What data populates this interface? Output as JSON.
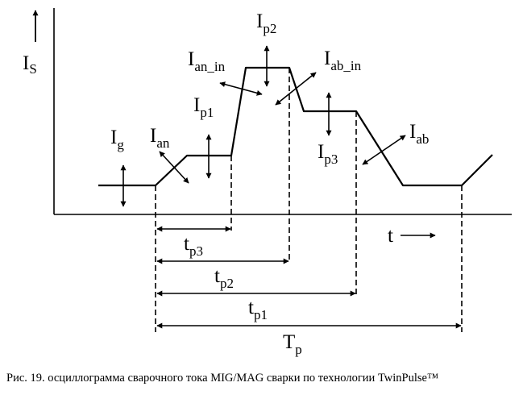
{
  "diagram": {
    "axis_y_label": {
      "main": "I",
      "sub": "S"
    },
    "axis_x_label": "t",
    "current_labels": [
      {
        "main": "I",
        "sub": "g"
      },
      {
        "main": "I",
        "sub": "an"
      },
      {
        "main": "I",
        "sub": "p1"
      },
      {
        "main": "I",
        "sub": "an_in"
      },
      {
        "main": "I",
        "sub": "p2"
      },
      {
        "main": "I",
        "sub": "ab_in"
      },
      {
        "main": "I",
        "sub": "p3"
      },
      {
        "main": "I",
        "sub": "ab"
      }
    ],
    "time_labels": [
      {
        "main": "t",
        "sub": "p3"
      },
      {
        "main": "t",
        "sub": "p2"
      },
      {
        "main": "t",
        "sub": "p1"
      },
      {
        "main": "T",
        "sub": "p"
      }
    ]
  },
  "caption": "Рис. 19. осциллограмма сварочного тока MIG/MAG сварки по технологии TwinPulse™"
}
